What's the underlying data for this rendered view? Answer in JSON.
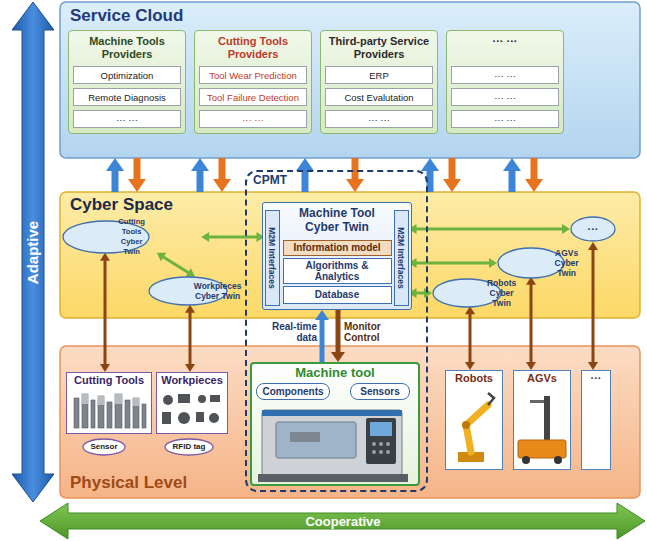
{
  "diagram": {
    "nodes": [
      {
        "text": [
          "Service Cloud"
        ]
      },
      {
        "text": [
          "Machine Tools Providers"
        ],
        "in": 0
      },
      {
        "text": [
          "Optimization"
        ],
        "in": 1
      },
      {
        "text": [
          "Remote Diagnosis"
        ],
        "in": 1
      },
      {
        "text": [
          "··· ···"
        ],
        "in": 1
      },
      {
        "text": [
          "Cutting Tools Providers"
        ],
        "in": 0
      },
      {
        "text": [
          "Tool Wear Prediction"
        ],
        "in": 5
      },
      {
        "text": [
          "Tool Failure Detection"
        ],
        "in": 5
      },
      {
        "text": [
          "··· ···"
        ],
        "in": 5
      },
      {
        "text": [
          "Third-party Service Providers"
        ],
        "in": 0
      },
      {
        "text": [
          "ERP"
        ],
        "in": 9
      },
      {
        "text": [
          "Cost Evalutation"
        ],
        "in": 9
      },
      {
        "text": [
          "··· ···"
        ],
        "in": 9
      },
      {
        "text": [
          "··· ···"
        ],
        "in": 0
      },
      {
        "text": [
          "··· ···"
        ],
        "in": 13
      },
      {
        "text": [
          "··· ···"
        ],
        "in": 13
      },
      {
        "text": [
          "··· ···"
        ],
        "in": 13
      },
      {
        "text": [
          "Cyber Space"
        ]
      },
      {
        "text": [
          "Cutting Tools Cyber Twin"
        ],
        "in": 17
      },
      {
        "text": [
          "Workpieces Cyber Twin"
        ],
        "in": 17
      },
      {
        "text": [
          "CPMT"
        ]
      },
      {
        "text": [
          "Machine Tool Cyber Twin"
        ],
        "in": 20
      },
      {
        "text": [
          "M2M Interfaces"
        ],
        "in": 21
      },
      {
        "text": [
          "Information model"
        ],
        "in": 21
      },
      {
        "text": [
          "Algorithms & Analytics"
        ],
        "in": 21
      },
      {
        "text": [
          "Database"
        ],
        "in": 21
      },
      {
        "text": [
          "M2M Interfaces"
        ],
        "in": 21
      },
      {
        "text": [
          "Robots Cyber Twin"
        ],
        "in": 17
      },
      {
        "text": [
          "AGVs Cyber Twin"
        ],
        "in": 17
      },
      {
        "text": [
          "···"
        ],
        "in": 17
      },
      {
        "text": [
          "Physical Level"
        ]
      },
      {
        "text": [
          "Cutting Tools"
        ],
        "in": 30
      },
      {
        "text": [
          "Sensor"
        ],
        "in": 30
      },
      {
        "text": [
          "Workpieces"
        ],
        "in": 30
      },
      {
        "text": [
          "RFID tag"
        ],
        "in": 30
      },
      {
        "text": [
          "Machine tool"
        ],
        "in": 20
      },
      {
        "text": [
          "Components"
        ],
        "in": 35
      },
      {
        "text": [
          "Sensors"
        ],
        "in": 35
      },
      {
        "text": [
          "Robots"
        ],
        "in": 30
      },
      {
        "text": [
          "AGVs"
        ],
        "in": 30
      },
      {
        "text": [
          "···"
        ],
        "in": 30
      }
    ],
    "edges": [
      {
        "from": 17,
        "to": 0,
        "arrow": "to"
      },
      {
        "from": 0,
        "to": 17,
        "arrow": "to"
      },
      {
        "from": 17,
        "to": 0,
        "arrow": "to"
      },
      {
        "from": 0,
        "to": 17,
        "arrow": "to"
      },
      {
        "from": 17,
        "to": 0,
        "arrow": "to"
      },
      {
        "from": 0,
        "to": 17,
        "arrow": "to"
      },
      {
        "from": 17,
        "to": 0,
        "arrow": "to"
      },
      {
        "from": 0,
        "to": 17,
        "arrow": "to"
      },
      {
        "from": 17,
        "to": 0,
        "arrow": "to"
      },
      {
        "from": 0,
        "to": 17,
        "arrow": "to"
      },
      {
        "from": 18,
        "to": 22,
        "arrow": "both"
      },
      {
        "from": 19,
        "to": 22,
        "arrow": "both"
      },
      {
        "from": 18,
        "to": 19,
        "arrow": "both"
      },
      {
        "from": 26,
        "to": 29,
        "arrow": "both"
      },
      {
        "from": 26,
        "to": 28,
        "arrow": "both"
      },
      {
        "from": 26,
        "to": 27,
        "arrow": "both"
      },
      {
        "from": 35,
        "to": 21,
        "label": "Real-time data",
        "arrow": "to"
      },
      {
        "from": 21,
        "to": 35,
        "label": "Monitor Control",
        "arrow": "to"
      },
      {
        "from": 31,
        "to": 18,
        "arrow": "both"
      },
      {
        "from": 33,
        "to": 19,
        "arrow": "both"
      },
      {
        "from": 38,
        "to": 27,
        "arrow": "both"
      },
      {
        "from": 39,
        "to": 28,
        "arrow": "both"
      },
      {
        "from": 40,
        "to": 29,
        "arrow": "both"
      }
    ],
    "labels": [
      "Adaptive",
      "Cooperative"
    ]
  }
}
